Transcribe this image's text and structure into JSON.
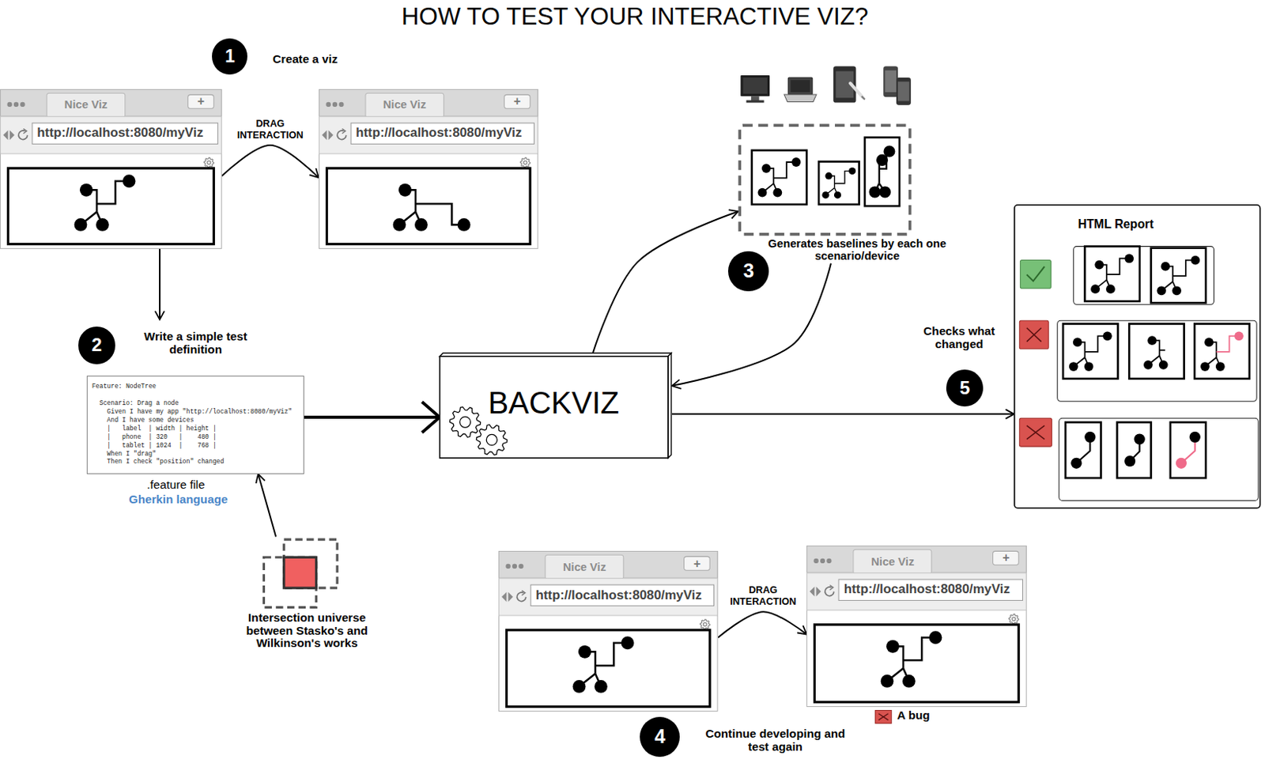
{
  "diagram": {
    "title": "HOW TO TEST YOUR INTERACTIVE VIZ?",
    "nodes": [
      {
        "text": [
          "1"
        ]
      },
      {
        "text": [
          "Nice Viz",
          "+",
          "http://localhost:8080/myViz"
        ]
      },
      {
        "text": [
          "Nice Viz",
          "+",
          "http://localhost:8080/myViz"
        ]
      },
      {
        "text": [
          "Generates baselines by each one scenario/device"
        ]
      },
      {
        "text": [
          "3"
        ]
      },
      {
        "text": [
          "2"
        ]
      },
      {
        "text": [
          "Write a simple test definition",
          "Feature: NodeTree",
          "Scenario: Drag a node",
          "Given I have my app \"http://localhost:8080/myViz\"",
          "And I have some devices",
          "|   label  | width | height |",
          "|   phone  | 320   |    480 |",
          "|   tablet | 1024  |    768 |",
          "When I \"drag\"",
          "Then I check \"position\" changed"
        ]
      },
      {
        "text": [
          "BACKVIZ"
        ]
      },
      {
        "text": [
          "HTML Report"
        ]
      },
      {
        "text": [
          "5"
        ]
      },
      {
        "text": [
          "Intersection universe between Stasko's and Wilkinson's works"
        ]
      },
      {
        "text": [
          "Nice Viz",
          "+",
          "http://localhost:8080/myViz"
        ]
      },
      {
        "text": [
          "Nice Viz",
          "+",
          "http://localhost:8080/myViz"
        ]
      },
      {
        "text": [
          "4"
        ]
      }
    ],
    "edges": [
      {
        "from": 1,
        "to": 2,
        "arrow": "to",
        "label": "DRAG INTERACTION"
      },
      {
        "from": 1,
        "to": 6,
        "arrow": "to"
      },
      {
        "from": 6,
        "to": 7,
        "arrow": "to"
      },
      {
        "from": 7,
        "to": 3,
        "arrow": "to"
      },
      {
        "from": 3,
        "to": 7,
        "arrow": "to"
      },
      {
        "from": 7,
        "to": 8,
        "arrow": "to"
      },
      {
        "from": 10,
        "to": 6,
        "arrow": "to"
      },
      {
        "from": 11,
        "to": 12,
        "arrow": "to",
        "label": "DRAG INTERACTION"
      }
    ],
    "labels": [
      "Create a viz",
      ".feature file",
      "Gherkin language",
      "Checks what changed",
      "A bug",
      "Continue developing and test again"
    ]
  }
}
